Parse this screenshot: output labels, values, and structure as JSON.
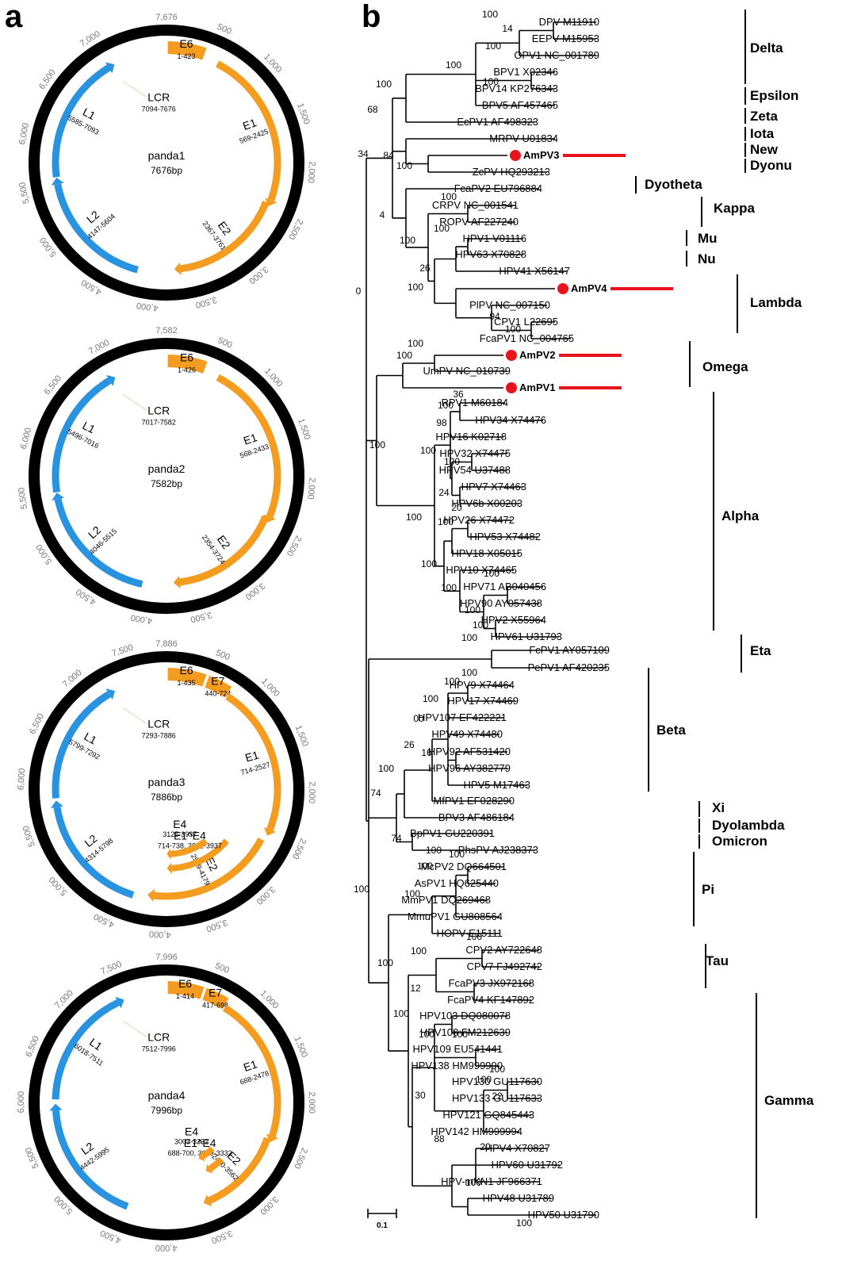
{
  "panel_labels": {
    "a": "a",
    "b": "b"
  },
  "colors": {
    "backbone": "#000000",
    "orange_genes": "#f39c1f",
    "blue_genes": "#2a93e0",
    "highlight": "#e8141b"
  },
  "genomes": [
    {
      "name": "panda1",
      "size_label": "7676bp",
      "total": 7676,
      "ticks": [
        "7,676",
        "500",
        "1,000",
        "1,500",
        "2,000",
        "2,500",
        "3,000",
        "3,500",
        "4,000",
        "4,500",
        "5,000",
        "5,500",
        "6,000",
        "6,500",
        "7,000"
      ],
      "genes": [
        {
          "name": "E6",
          "range": "1-423",
          "start": 1,
          "end": 423,
          "type": "early"
        },
        {
          "name": "E1",
          "range": "569-2425",
          "start": 569,
          "end": 2425,
          "type": "early"
        },
        {
          "name": "E2",
          "range": "2367-3761",
          "start": 2367,
          "end": 3761,
          "type": "early"
        },
        {
          "name": "L2",
          "range": "4147-5604",
          "start": 4147,
          "end": 5604,
          "type": "late"
        },
        {
          "name": "L1",
          "range": "5585-7093",
          "start": 5585,
          "end": 7093,
          "type": "late"
        }
      ],
      "lcr": {
        "name": "LCR",
        "range": "7094-7676"
      }
    },
    {
      "name": "panda2",
      "size_label": "7582bp",
      "total": 7582,
      "ticks": [
        "7,582",
        "500",
        "1,000",
        "1,500",
        "2,000",
        "2,500",
        "3,000",
        "3,500",
        "4,000",
        "4,500",
        "5,000",
        "5,500",
        "6,000",
        "6,500",
        "7,000"
      ],
      "genes": [
        {
          "name": "E6",
          "range": "1-426",
          "start": 1,
          "end": 426,
          "type": "early"
        },
        {
          "name": "E1",
          "range": "568-2433",
          "start": 568,
          "end": 2433,
          "type": "early"
        },
        {
          "name": "E2",
          "range": "2354-3724",
          "start": 2354,
          "end": 3724,
          "type": "early"
        },
        {
          "name": "L2",
          "range": "4046-5515",
          "start": 4046,
          "end": 5515,
          "type": "late"
        },
        {
          "name": "L1",
          "range": "5496-7016",
          "start": 5496,
          "end": 7016,
          "type": "late"
        }
      ],
      "lcr": {
        "name": "LCR",
        "range": "7017-7582"
      }
    },
    {
      "name": "panda3",
      "size_label": "7886bp",
      "total": 7886,
      "ticks": [
        "7,886",
        "500",
        "1,000",
        "1,500",
        "2,000",
        "2,500",
        "3,000",
        "3,500",
        "4,000",
        "4,500",
        "5,000",
        "5,500",
        "6,000",
        "6,500",
        "7,000",
        "7,500"
      ],
      "genes": [
        {
          "name": "E6",
          "range": "1-435",
          "start": 1,
          "end": 435,
          "type": "early"
        },
        {
          "name": "E7",
          "range": "440-724",
          "start": 440,
          "end": 724,
          "type": "early"
        },
        {
          "name": "E1",
          "range": "714-2527",
          "start": 714,
          "end": 2527,
          "type": "early"
        },
        {
          "name": "E2",
          "range": "2569-4179",
          "start": 2569,
          "end": 4179,
          "type": "early"
        },
        {
          "name": "L2",
          "range": "4314-5798",
          "start": 4314,
          "end": 5798,
          "type": "late"
        },
        {
          "name": "L1",
          "range": "5799-7292",
          "start": 5799,
          "end": 7292,
          "type": "late"
        }
      ],
      "extra": [
        {
          "name": "E1^E4",
          "range": "714-738, 2862-3937",
          "start": 2862,
          "end": 3937
        },
        {
          "name": "E4",
          "range": "3125-3937",
          "start": 3125,
          "end": 3937
        }
      ],
      "lcr": {
        "name": "LCR",
        "range": "7293-7886"
      }
    },
    {
      "name": "panda4",
      "size_label": "7996bp",
      "total": 7996,
      "ticks": [
        "7,996",
        "500",
        "1,000",
        "1,500",
        "2,000",
        "2,500",
        "3,000",
        "3,500",
        "4,000",
        "4,500",
        "5,000",
        "5,500",
        "6,000",
        "6,500",
        "7,000",
        "7,500"
      ],
      "genes": [
        {
          "name": "E6",
          "range": "1-414",
          "start": 1,
          "end": 414,
          "type": "early"
        },
        {
          "name": "E7",
          "range": "417-698",
          "start": 417,
          "end": 698,
          "type": "early"
        },
        {
          "name": "E1",
          "range": "688-2478",
          "start": 688,
          "end": 2478,
          "type": "early"
        },
        {
          "name": "E2",
          "range": "2420-3562",
          "start": 2420,
          "end": 3562,
          "type": "early"
        },
        {
          "name": "L2",
          "range": "4442-5995",
          "start": 4442,
          "end": 5995,
          "type": "late"
        },
        {
          "name": "L1",
          "range": "6018-7511",
          "start": 6018,
          "end": 7511,
          "type": "late"
        }
      ],
      "extra": [
        {
          "name": "E1^E4",
          "range": "688-700, 3019-3332",
          "start": 3019,
          "end": 3332
        },
        {
          "name": "E4",
          "range": "3003-3332",
          "start": 3003,
          "end": 3332
        }
      ],
      "lcr": {
        "name": "LCR",
        "range": "7512-7996"
      }
    }
  ],
  "tree": {
    "scale_label": "0.1",
    "leaves": [
      {
        "id": "dpv",
        "label": "DPV M11910"
      },
      {
        "id": "eepv",
        "label": "EEPV M15953"
      },
      {
        "id": "opv1",
        "label": "OPV1 NC_001789"
      },
      {
        "id": "bpv1",
        "label": "BPV1 X02346"
      },
      {
        "id": "bpv14",
        "label": "BPV14 KP276343"
      },
      {
        "id": "bpv5",
        "label": "BPV5 AF457465"
      },
      {
        "id": "ecpv1",
        "label": "EcPV1 AF498323"
      },
      {
        "id": "mrpv",
        "label": "MRPV U01834"
      },
      {
        "id": "ampv3",
        "label": "AmPV3",
        "novel": true
      },
      {
        "id": "zcpv",
        "label": "ZcPV HQ293213"
      },
      {
        "id": "fcapv2",
        "label": "FcaPV2 EU796884"
      },
      {
        "id": "crpv",
        "label": "CRPV NC_001541"
      },
      {
        "id": "ropv",
        "label": "ROPV AF227240"
      },
      {
        "id": "hpv1",
        "label": "HPV1 V01116"
      },
      {
        "id": "hpv63",
        "label": "HPV63 X70828"
      },
      {
        "id": "hpv41",
        "label": "HPV41 X56147"
      },
      {
        "id": "ampv4",
        "label": "AmPV4",
        "novel": true
      },
      {
        "id": "plpv",
        "label": "PlPV NC_007150"
      },
      {
        "id": "cpv1",
        "label": "CPV1 L22695"
      },
      {
        "id": "fcapv1",
        "label": "FcaPV1 NC_004765"
      },
      {
        "id": "ampv2",
        "label": "AmPV2",
        "novel": true
      },
      {
        "id": "umpv",
        "label": "UmPV NC_010739"
      },
      {
        "id": "ampv1",
        "label": "AmPV1",
        "novel": true
      },
      {
        "id": "rpv1",
        "label": "RPV1 M60184"
      },
      {
        "id": "hpv34",
        "label": "HPV34 X74476"
      },
      {
        "id": "hpv16",
        "label": "HPV16 K02718"
      },
      {
        "id": "hpv32",
        "label": "HPV32 X74475"
      },
      {
        "id": "hpv54",
        "label": "HPV54 U37488"
      },
      {
        "id": "hpv7",
        "label": "HPV7 X74463"
      },
      {
        "id": "hpv6b",
        "label": "HPV6b X00203"
      },
      {
        "id": "hpv26",
        "label": "HPV26 X74472"
      },
      {
        "id": "hpv53",
        "label": "HPV53 X74482"
      },
      {
        "id": "hpv18",
        "label": "HPV18 X05015"
      },
      {
        "id": "hpv10",
        "label": "HPV10 X74465"
      },
      {
        "id": "hpv71",
        "label": "HPV71 AB040456"
      },
      {
        "id": "hpv90",
        "label": "HPV90 AY057438"
      },
      {
        "id": "hpv2",
        "label": "HPV2 X55964"
      },
      {
        "id": "hpv61",
        "label": "HPV61 U31793"
      },
      {
        "id": "fcpv1",
        "label": "FcPV1 AY057109"
      },
      {
        "id": "pepv1",
        "label": "PePV1 AF420235"
      },
      {
        "id": "hpv9",
        "label": "HPV9 X74464"
      },
      {
        "id": "hpv17",
        "label": "HPV17 X74469"
      },
      {
        "id": "hpv107",
        "label": "HPV107 EF422221"
      },
      {
        "id": "hpv49",
        "label": "HPV49 X74480"
      },
      {
        "id": "hpv92",
        "label": "HPV92 AF531420"
      },
      {
        "id": "hpv96",
        "label": "HPV96 AY382779"
      },
      {
        "id": "hpv5",
        "label": "HPV5 M17463"
      },
      {
        "id": "mfpv1",
        "label": "MfPV1 EF028290"
      },
      {
        "id": "bpv3",
        "label": "BPV3 AF486184"
      },
      {
        "id": "bppv1",
        "label": "BpPV1 GU220391"
      },
      {
        "id": "phspv",
        "label": "PhsPV AJ238373"
      },
      {
        "id": "mcpv2",
        "label": "McPV2 DQ664501"
      },
      {
        "id": "aspv1",
        "label": "AsPV1 HQ625440"
      },
      {
        "id": "mmpv1",
        "label": "MmPV1 DQ269468"
      },
      {
        "id": "mmupv1",
        "label": "MmuPV1 GU808564"
      },
      {
        "id": "hopv",
        "label": "HOPV E15111"
      },
      {
        "id": "cpv2",
        "label": "CPV2 AY722648"
      },
      {
        "id": "cpv7",
        "label": "CPV7 FJ492742"
      },
      {
        "id": "fcapv3",
        "label": "FcaPV3 JX972168"
      },
      {
        "id": "fcapv4",
        "label": "FcaPV4 KF147892"
      },
      {
        "id": "hpv103",
        "label": "HPV103 DQ080078"
      },
      {
        "id": "hpv108",
        "label": "HPV108 FM212639"
      },
      {
        "id": "hpv109",
        "label": "HPV109 EU541441"
      },
      {
        "id": "hpv138",
        "label": "HPV138 HM999990"
      },
      {
        "id": "hpv130",
        "label": "HPV130 GU117630"
      },
      {
        "id": "hpv133",
        "label": "HPV133 GU117633"
      },
      {
        "id": "hpv121",
        "label": "HPV121 GQ845443"
      },
      {
        "id": "hpv142",
        "label": "HPV142 HM999994"
      },
      {
        "id": "hpv4",
        "label": "HPV4 X70827"
      },
      {
        "id": "hpv60",
        "label": "HPV60 U31792"
      },
      {
        "id": "hpvmkn1",
        "label": "HPV-mKN1 JF966371"
      },
      {
        "id": "hpv48",
        "label": "HPV48 U31789"
      },
      {
        "id": "hpv50",
        "label": "HPV50 U31790"
      }
    ],
    "bootstrap": [
      "100",
      "14",
      "100",
      "100",
      "100",
      "100",
      "68",
      "84",
      "100",
      "34",
      "100",
      "4",
      "100",
      "100",
      "26",
      "100",
      "94",
      "100",
      "100",
      "100",
      "0",
      "36",
      "100",
      "98",
      "100",
      "100",
      "24",
      "20",
      "100",
      "100",
      "100",
      "100",
      "100",
      "100",
      "100",
      "100",
      "100",
      "100",
      "100",
      "100",
      "00",
      "26",
      "16",
      "100",
      "74",
      "74",
      "100",
      "100",
      "100",
      "100",
      "100",
      "100",
      "100",
      "100",
      "12",
      "100",
      "100",
      "100",
      "100",
      "100",
      "22",
      "30",
      "88",
      "20",
      "100",
      "100"
    ],
    "genera": [
      "Delta",
      "Epsilon",
      "Zeta",
      "Iota",
      "New",
      "Dyonu",
      "Dyotheta",
      "Kappa",
      "Mu",
      "Nu",
      "Lambda",
      "Omega",
      "Alpha",
      "Eta",
      "Beta",
      "Xi",
      "Dyolambda",
      "Omicron",
      "Pi",
      "Tau",
      "Gamma"
    ]
  }
}
